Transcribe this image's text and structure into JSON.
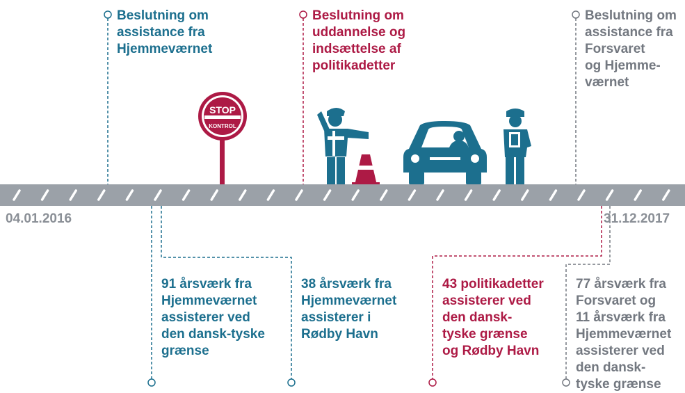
{
  "timeline": {
    "start_date": "04.01.2016",
    "end_date": "31.12.2017"
  },
  "colors": {
    "teal": "#1c6f8e",
    "red": "#ad1a45",
    "grey": "#737880",
    "road": "#9ba1a8"
  },
  "top_events": [
    {
      "text": "Beslutning om\nassistance fra\nHjemmeværnet",
      "color": "teal"
    },
    {
      "text": "Beslutning om\nuddannelse og\nindsættelse af\npolitikadetter",
      "color": "red"
    },
    {
      "text": "Beslutning om\nassistance fra\nForsvaret\nog Hjemme-\nværnet",
      "color": "grey"
    }
  ],
  "bottom_events": [
    {
      "text": "91 årsværk fra\nHjemmeværnet\nassisterer ved\nden dansk-tyske\ngrænse",
      "color": "teal"
    },
    {
      "text": "38 årsværk fra\nHjemmeværnet\nassisterer i\nRødby Havn",
      "color": "teal"
    },
    {
      "text": "43 politikadetter\nassisterer ved\nden dansk-\ntyske grænse\nog Rødby Havn",
      "color": "red"
    },
    {
      "text": "77 årsværk fra\nForsvaret og\n11 årsværk fra\nHjemmeværnet\nassisterer ved\nden dansk-\ntyske grænse",
      "color": "grey"
    }
  ],
  "sign": {
    "line1": "STOP",
    "line2": "KONTROL"
  },
  "icons": [
    "stop-sign-icon",
    "traffic-officer-icon",
    "traffic-cone-icon",
    "car-icon",
    "inspector-icon"
  ]
}
